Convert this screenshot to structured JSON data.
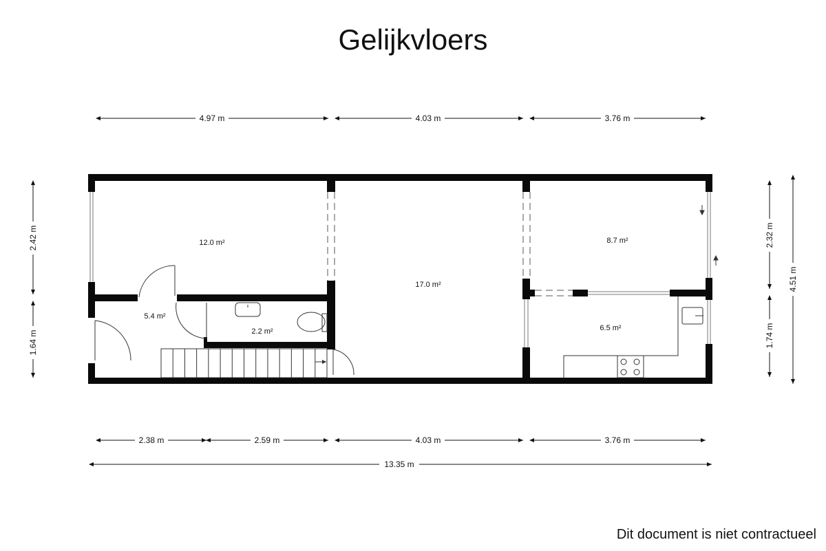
{
  "title": "Gelijkvloers",
  "disclaimer": "Dit document is niet contractueel",
  "dimensions": {
    "top": [
      "4.97 m",
      "4.03 m",
      "3.76 m"
    ],
    "bottom": [
      "2.38 m",
      "2.59 m",
      "4.03 m",
      "3.76 m"
    ],
    "total": "13.35 m",
    "left": [
      "2.42 m",
      "1.64 m"
    ],
    "right": [
      "2.32 m",
      "1.74 m"
    ],
    "right_total": "4.51 m"
  },
  "rooms": [
    {
      "area": "12.0 m²"
    },
    {
      "area": "17.0 m²"
    },
    {
      "area": "8.7 m²"
    },
    {
      "area": "5.4 m²"
    },
    {
      "area": "2.2 m²"
    },
    {
      "area": "6.5 m²"
    }
  ]
}
